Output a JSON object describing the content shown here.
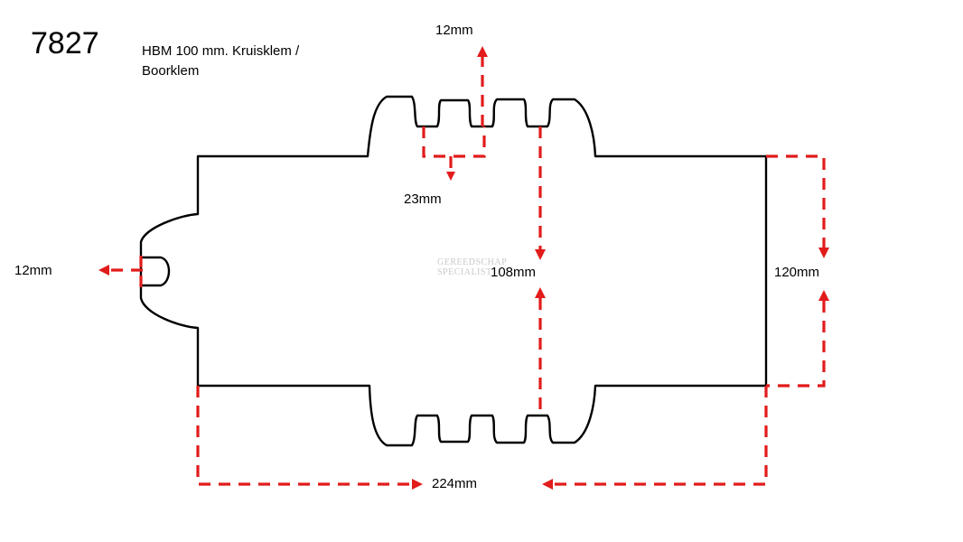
{
  "part_number": "7827",
  "title": "HBM 100 mm. Kruisklem / Boorklem",
  "dimensions": {
    "top_slot_width": "12mm",
    "slot_depth": "23mm",
    "left_slot_width": "12mm",
    "inner_height": "108mm",
    "outer_height": "120mm",
    "overall_length": "224mm"
  },
  "watermark": {
    "line1": "GEREEDSCHAP",
    "line2": "SPECIALIST"
  },
  "colors": {
    "outline": "#000000",
    "dimension": "#e21b1b"
  }
}
